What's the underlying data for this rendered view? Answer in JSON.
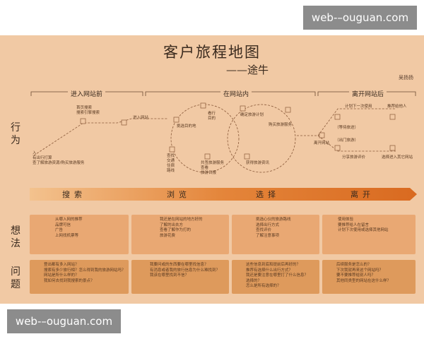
{
  "watermarks": {
    "top": "web-–ouguan.com",
    "bottom": "web-–ouguan.com"
  },
  "header": {
    "title": "客户旅程地图",
    "subtitle": "——途牛",
    "author": "吴扬扬"
  },
  "phases": [
    "进入网站前",
    "在网站内",
    "离开网站后"
  ],
  "row_labels": {
    "behavior": "行为",
    "thoughts": "想法",
    "questions": "问题"
  },
  "behavior_nodes": {
    "start": [
      "入",
      "有出行打算",
      "查了解旅游资源/购买旅游服务"
    ],
    "search": [
      "首页搜索",
      "搜索引擎搜索"
    ],
    "enter": [
      "进入网站"
    ],
    "select_dest": [
      "挑选目的地"
    ],
    "view": [
      "看行",
      "目的"
    ],
    "compare": [
      "查找",
      "交通",
      "住宿",
      "路线"
    ],
    "service": [
      "共签旅游服务",
      "查看",
      "旅游日报"
    ],
    "confirm_plan": [
      "确定旅游计划"
    ],
    "buy": [
      "购买旅游服务"
    ],
    "get_info": [
      "获得旅游资讯"
    ],
    "leave": [
      "离开网站"
    ],
    "next_plan": [
      "计划下一次使用"
    ],
    "recommend": [
      "推荐给他人"
    ],
    "wait": [
      "（等待旅途）"
    ],
    "travel": [
      "（出门旅游）"
    ],
    "review": [
      "分享旅游评价"
    ],
    "choose_other": [
      "选择进入其它网站"
    ]
  },
  "stages": [
    "搜索",
    "浏览",
    "选择",
    "离开"
  ],
  "thoughts": [
    [
      "从哪入网的推荐",
      "品牌可信",
      "广告",
      "上网找机票等"
    ],
    [
      "我还是在网站的地方好的",
      "了解的出去方",
      "查看了解作为打的",
      "旅游花费"
    ],
    [
      "挑选心仪的旅游路线",
      "选择出行方式",
      "查找评价",
      "了解注意事项"
    ],
    [
      "使用体验",
      "要推荐给人在留言",
      "计划下次使用或选择其他网站"
    ]
  ],
  "questions": [
    [
      "登出都有多入网站？",
      "搜索有多少旅行相？怎么得到我的旅游网站吗？",
      "网站是所什么样的？",
      "我如何去找到我搜索的景点？"
    ],
    [
      "我要问或的东西要在哪里找信息？",
      "有消息或者我的旅行信息为什么难找到？",
      "我该在哪里找到不信？"
    ],
    [
      "这些信息到底和提前后再好的？",
      "推荐有选择什么出行方式？",
      "我还是要注意在哪里打了什么信息？",
      "选择的？",
      "怎么是所有选择的？"
    ],
    [
      "后续服务是怎么的？",
      "下次我就再来这个网站吗？",
      "要不要推荐给别人吗？",
      "其他同类型的网站在这什么样？"
    ]
  ]
}
